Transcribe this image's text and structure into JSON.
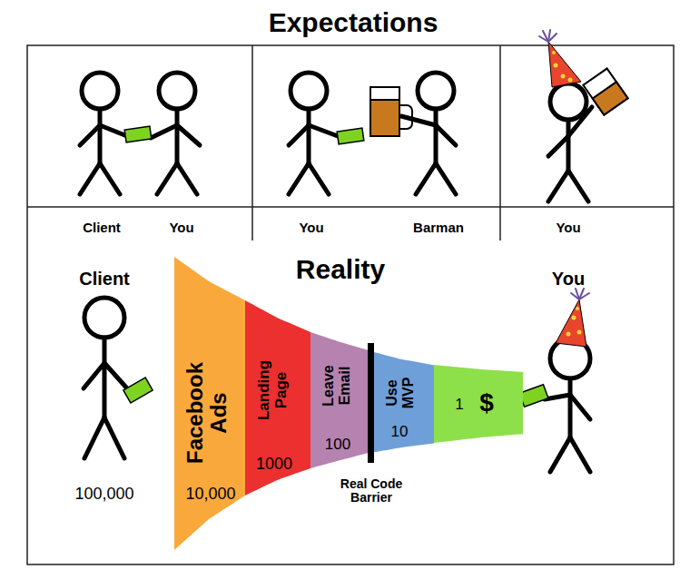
{
  "diagram": {
    "title": "Expectations",
    "nodes": [
      {
        "text": [
          "Facebook Ads",
          "10,000"
        ]
      },
      {
        "text": [
          "Landing Page",
          "1000"
        ]
      },
      {
        "text": [
          "Leave Email",
          "100"
        ]
      },
      {
        "text": [
          "Use MVP",
          "10"
        ]
      },
      {
        "text": [
          "1",
          "$"
        ]
      }
    ],
    "labels": [
      "Client",
      "You",
      "You",
      "Barman",
      "You",
      "Reality",
      "Client",
      "You",
      "100,000",
      "Real Code Barrier"
    ]
  }
}
